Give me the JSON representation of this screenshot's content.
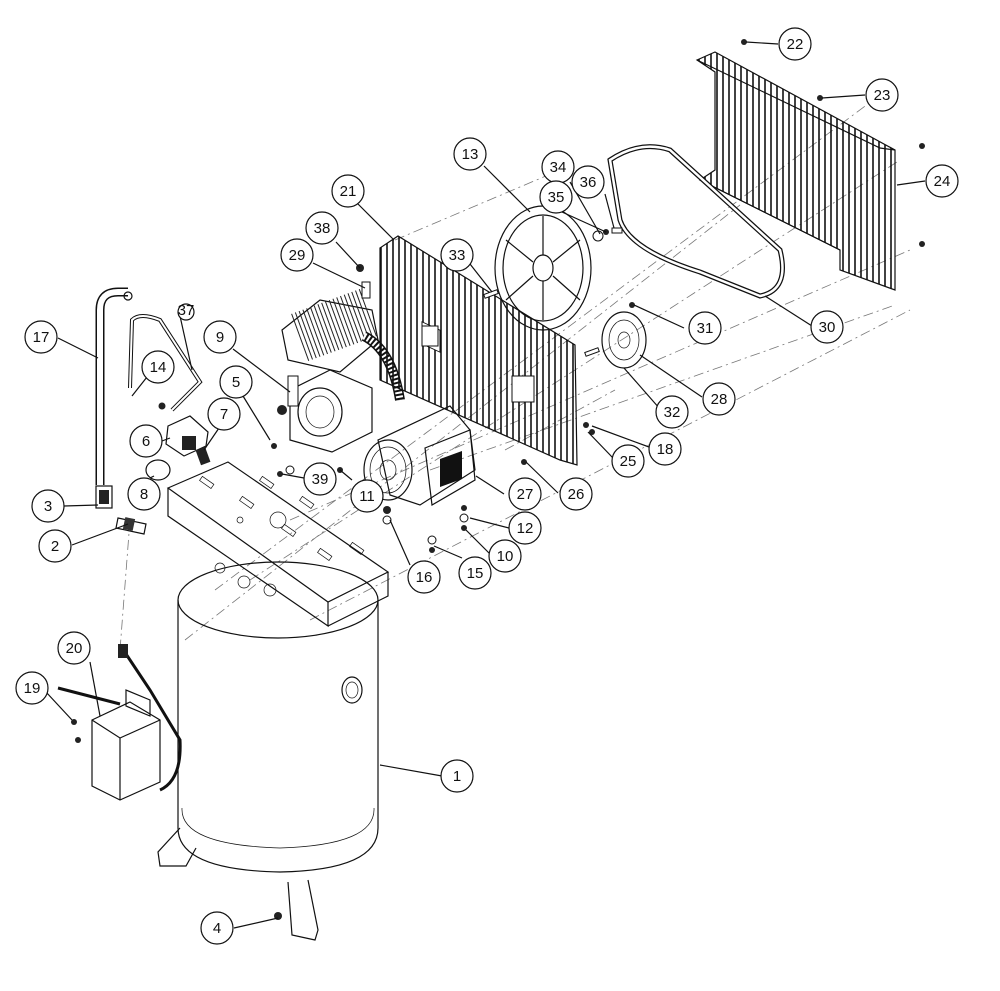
{
  "diagram": {
    "callouts": [
      {
        "n": "1"
      },
      {
        "n": "2"
      },
      {
        "n": "3"
      },
      {
        "n": "4"
      },
      {
        "n": "5"
      },
      {
        "n": "6"
      },
      {
        "n": "7"
      },
      {
        "n": "8"
      },
      {
        "n": "9"
      },
      {
        "n": "10"
      },
      {
        "n": "11"
      },
      {
        "n": "12"
      },
      {
        "n": "13"
      },
      {
        "n": "14"
      },
      {
        "n": "15"
      },
      {
        "n": "16"
      },
      {
        "n": "17"
      },
      {
        "n": "18"
      },
      {
        "n": "19"
      },
      {
        "n": "20"
      },
      {
        "n": "21"
      },
      {
        "n": "22"
      },
      {
        "n": "23"
      },
      {
        "n": "24"
      },
      {
        "n": "25"
      },
      {
        "n": "26"
      },
      {
        "n": "27"
      },
      {
        "n": "28"
      },
      {
        "n": "29"
      },
      {
        "n": "30"
      },
      {
        "n": "31"
      },
      {
        "n": "32"
      },
      {
        "n": "33"
      },
      {
        "n": "34"
      },
      {
        "n": "35"
      },
      {
        "n": "36"
      },
      {
        "n": "37"
      },
      {
        "n": "38"
      },
      {
        "n": "39"
      }
    ]
  }
}
